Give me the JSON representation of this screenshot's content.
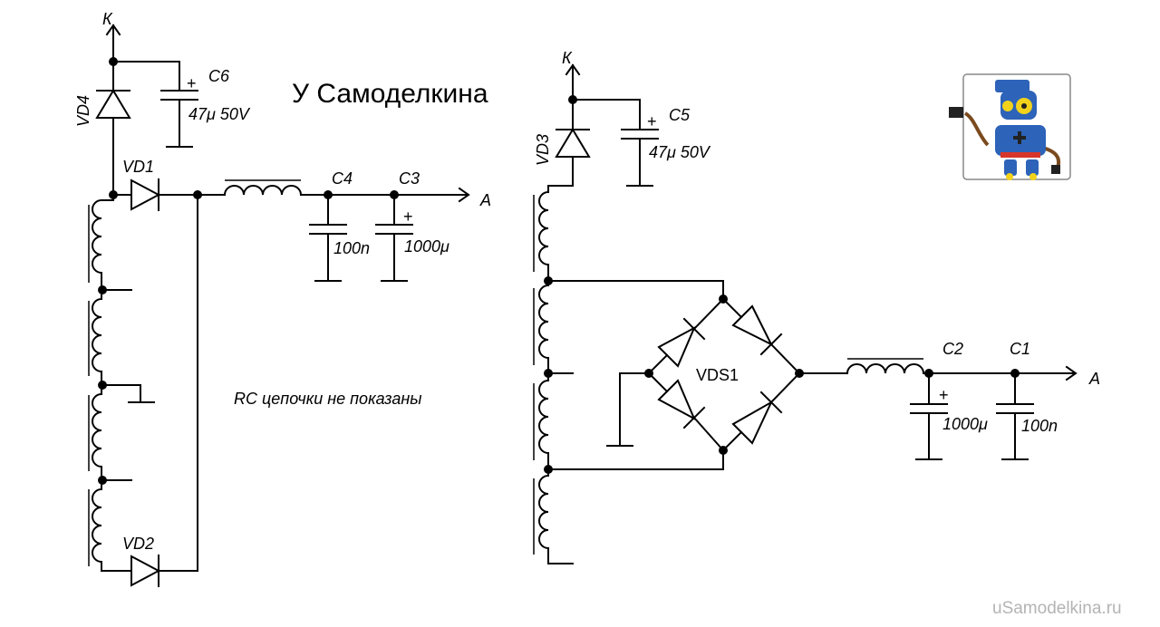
{
  "title": "У Самоделкина",
  "note": "RC цепочки не показаны",
  "watermark": "uSamodelkina.ru",
  "left_circuit": {
    "k": "К",
    "a": "А",
    "vd4": "VD4",
    "vd1": "VD1",
    "vd2": "VD2",
    "c6": "C6",
    "c6_value": "47μ 50V",
    "c4": "C4",
    "c4_value": "100n",
    "c3": "C3",
    "c3_value": "1000μ"
  },
  "right_circuit": {
    "k": "К",
    "a": "А",
    "vd3": "VD3",
    "c5": "C5",
    "c5_value": "47μ 50V",
    "vds1": "VDS1",
    "c2": "C2",
    "c2_value": "1000μ",
    "c1": "C1",
    "c1_value": "100n"
  },
  "plus": "+",
  "colors": {
    "robot_blue": "#2d63b8",
    "robot_yellow": "#f2d21a",
    "wire_brown": "#7a4a1e"
  }
}
